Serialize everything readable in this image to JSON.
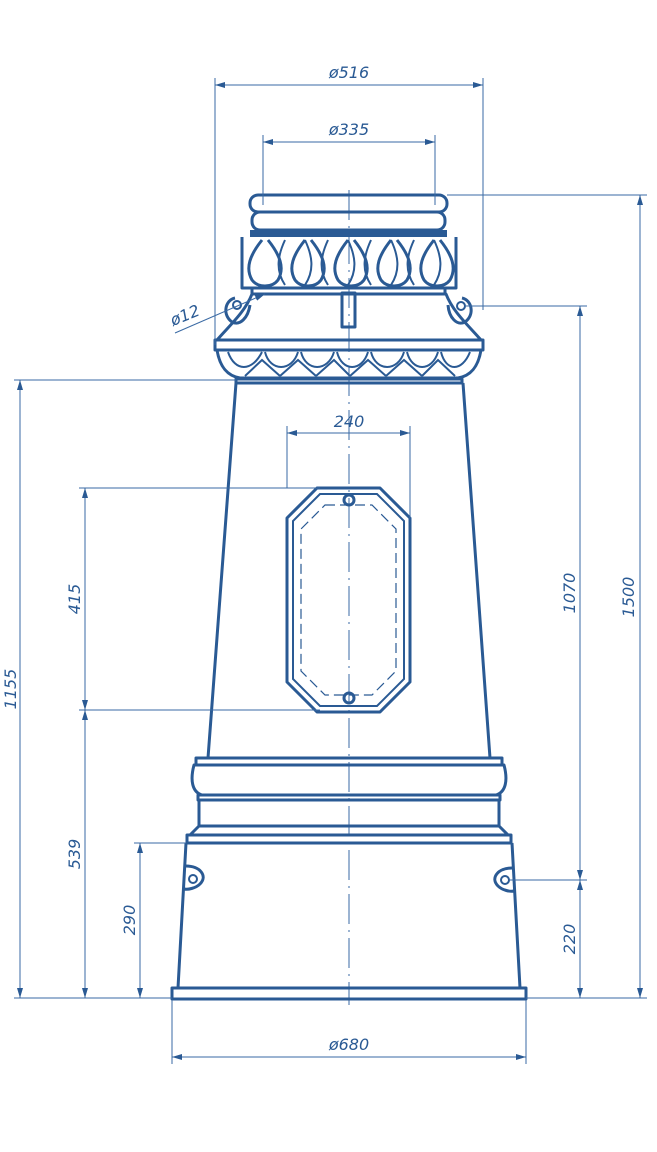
{
  "title": "Cast iron lamp post base technical drawing",
  "color": "#2a5a94",
  "dimensions": {
    "top_outer_diameter": "ø516",
    "top_inner_diameter": "ø335",
    "hole_diameter": "ø12",
    "door_width": "240",
    "door_height": "415",
    "total_height_to_shaft_top": "1155",
    "door_bottom_height": "539",
    "base_height": "290",
    "upper_hole_height": "1070",
    "lower_hole_height": "220",
    "total_height": "1500",
    "base_diameter": "ø680"
  }
}
